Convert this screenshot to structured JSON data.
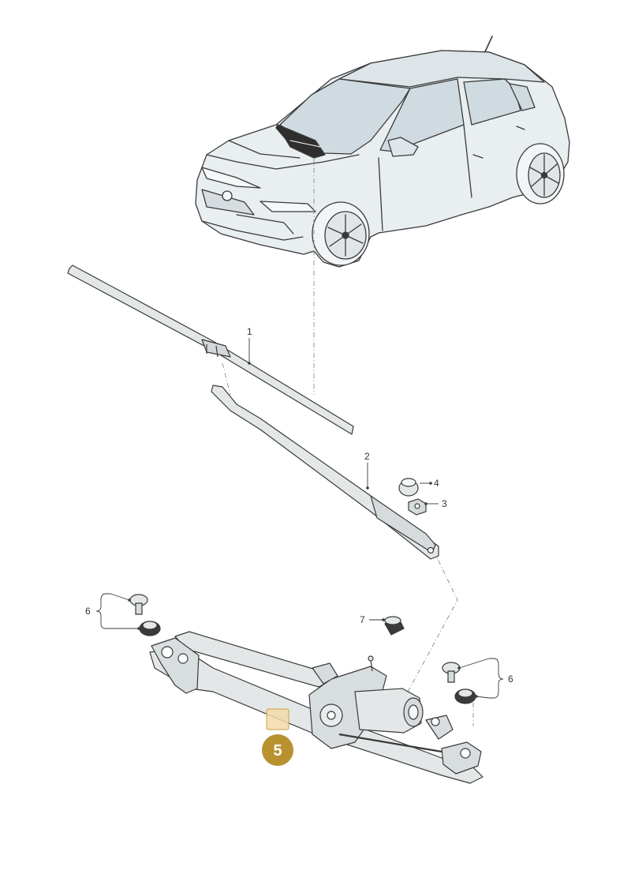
{
  "callouts": {
    "c1": "1",
    "c2": "2",
    "c3": "3",
    "c4": "4",
    "c5": "5",
    "c6a": "6",
    "c6b": "6",
    "c7": "7"
  },
  "colors": {
    "line": "#3a3a3a",
    "body_fill": "#e9eef0",
    "glass_fill": "#cfdbe0",
    "part_fill": "#e4e7e8",
    "dark_part": "#2e2e2e",
    "highlight_fill": "#f3dba8",
    "highlight_stroke": "#c8a14a",
    "badge_fill": "#b8922f"
  }
}
